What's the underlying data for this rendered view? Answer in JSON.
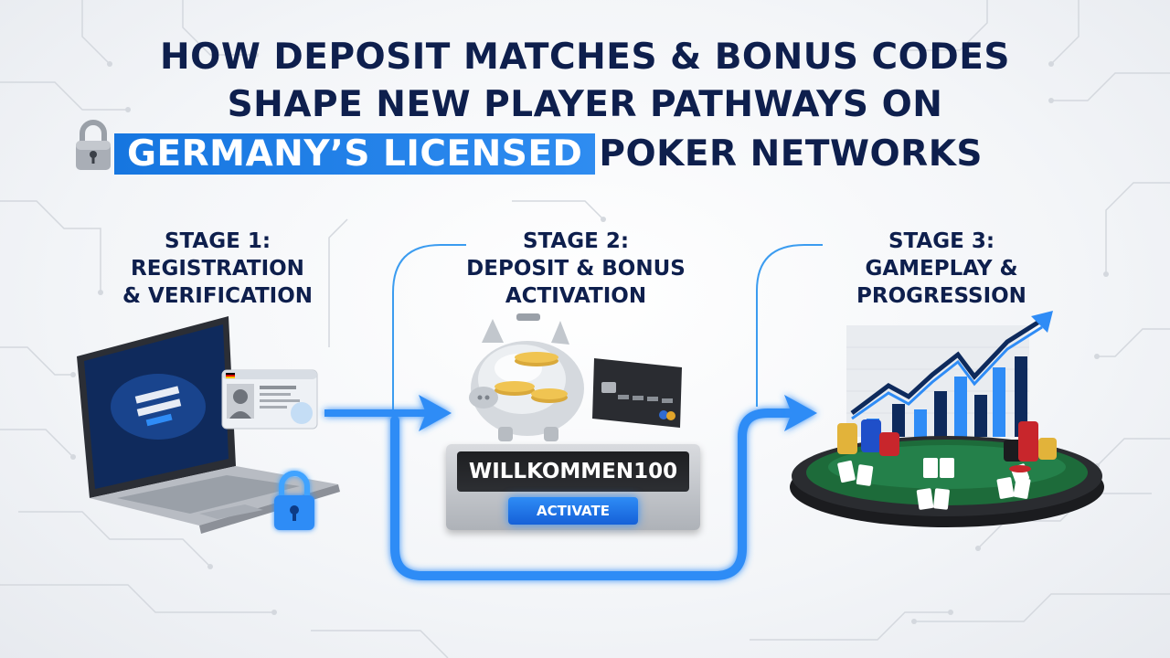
{
  "title": {
    "line1": "HOW DEPOSIT MATCHES & BONUS CODES",
    "line2": "SHAPE NEW PLAYER PATHWAYS ON",
    "line3_highlight": "GERMANY’S LICENSED",
    "line3_rest": "POKER NETWORKS"
  },
  "stages": [
    {
      "line1": "STAGE 1:",
      "line2": "REGISTRATION",
      "line3": "& VERIFICATION"
    },
    {
      "line1": "STAGE 2:",
      "line2": "DEPOSIT & BONUS",
      "line3": "ACTIVATION"
    },
    {
      "line1": "STAGE 3:",
      "line2": "GAMEPLAY &",
      "line3": "PROGRESSION"
    }
  ],
  "bonus": {
    "code": "WILLKOMMEN100",
    "button": "ACTIVATE"
  },
  "colors": {
    "navy": "#0e1f4d",
    "accent_blue": "#1676e0",
    "glow_blue": "#2f8cf6",
    "table_green": "#1d6b3a"
  },
  "icons": [
    "padlock-icon",
    "laptop-icon",
    "id-card-icon",
    "lock-icon",
    "piggy-bank-icon",
    "credit-card-icon",
    "poker-table-icon",
    "growth-chart-icon"
  ]
}
